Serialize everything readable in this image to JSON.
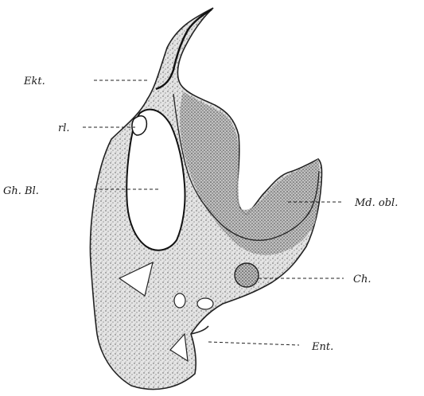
{
  "figure": {
    "labels": {
      "ekt": "Ekt.",
      "rl": "rl.",
      "gh_bl": "Gh. Bl.",
      "md_obl": "Md. obl.",
      "ch": "Ch.",
      "ent": "Ent."
    },
    "colors": {
      "ink": "#1a1a1a",
      "tissue": "#d9d9d9",
      "dense_tissue": "#a8a8a8",
      "background": "#ffffff"
    }
  }
}
